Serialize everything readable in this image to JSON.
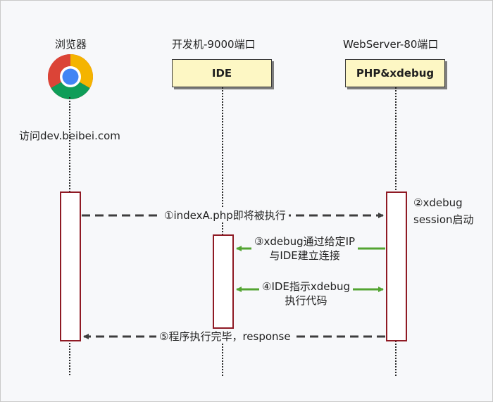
{
  "lanes": {
    "browser": {
      "title": "浏览器",
      "icon": "chrome-icon"
    },
    "ide": {
      "title": "开发机-9000端口",
      "box_label": "IDE"
    },
    "server": {
      "title": "WebServer-80端口",
      "box_label": "PHP&xdebug"
    }
  },
  "notes": {
    "browser_visit": "访问dev.beibei.com",
    "server_start_line1": "②xdebug",
    "server_start_line2": "session启动"
  },
  "messages": {
    "m1": "①indexA.php即将被执行",
    "m3_line1": "③xdebug通过给定IP",
    "m3_line2": "与IDE建立连接",
    "m4_line1": "④IDE指示xdebug",
    "m4_line2": "执行代码",
    "m5": "⑤程序执行完毕，response"
  },
  "colors": {
    "dark_arrow": "#3d3d3d",
    "green_arrow": "#53a431",
    "activation_border": "#8f1a24",
    "box_fill": "#fdf7c4"
  }
}
